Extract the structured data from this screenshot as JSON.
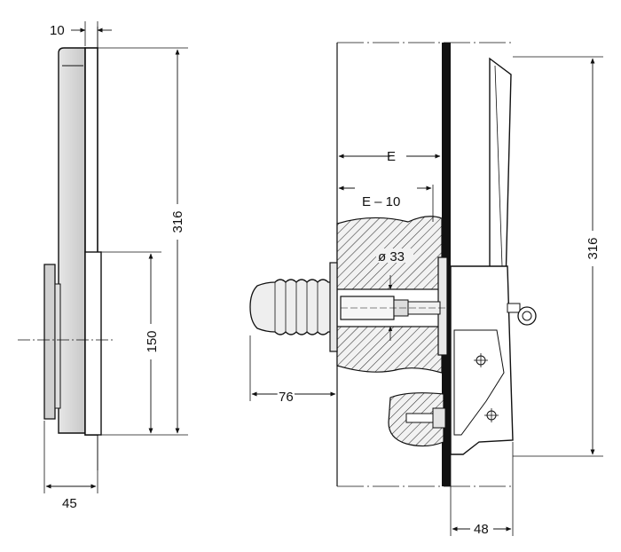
{
  "drawing": {
    "left_view": {
      "dim_top": "10",
      "dim_height": "316",
      "dim_mid": "150",
      "dim_bottom": "45"
    },
    "right_view": {
      "dim_E": "E",
      "dim_E_minus_10": "E – 10",
      "dim_bore": "ø 33",
      "dim_76": "76",
      "dim_height": "316",
      "dim_48": "48"
    },
    "colors": {
      "ink": "#111111",
      "paper": "#ffffff",
      "hatch": "#333333",
      "shade": "#d8d8d8"
    }
  }
}
